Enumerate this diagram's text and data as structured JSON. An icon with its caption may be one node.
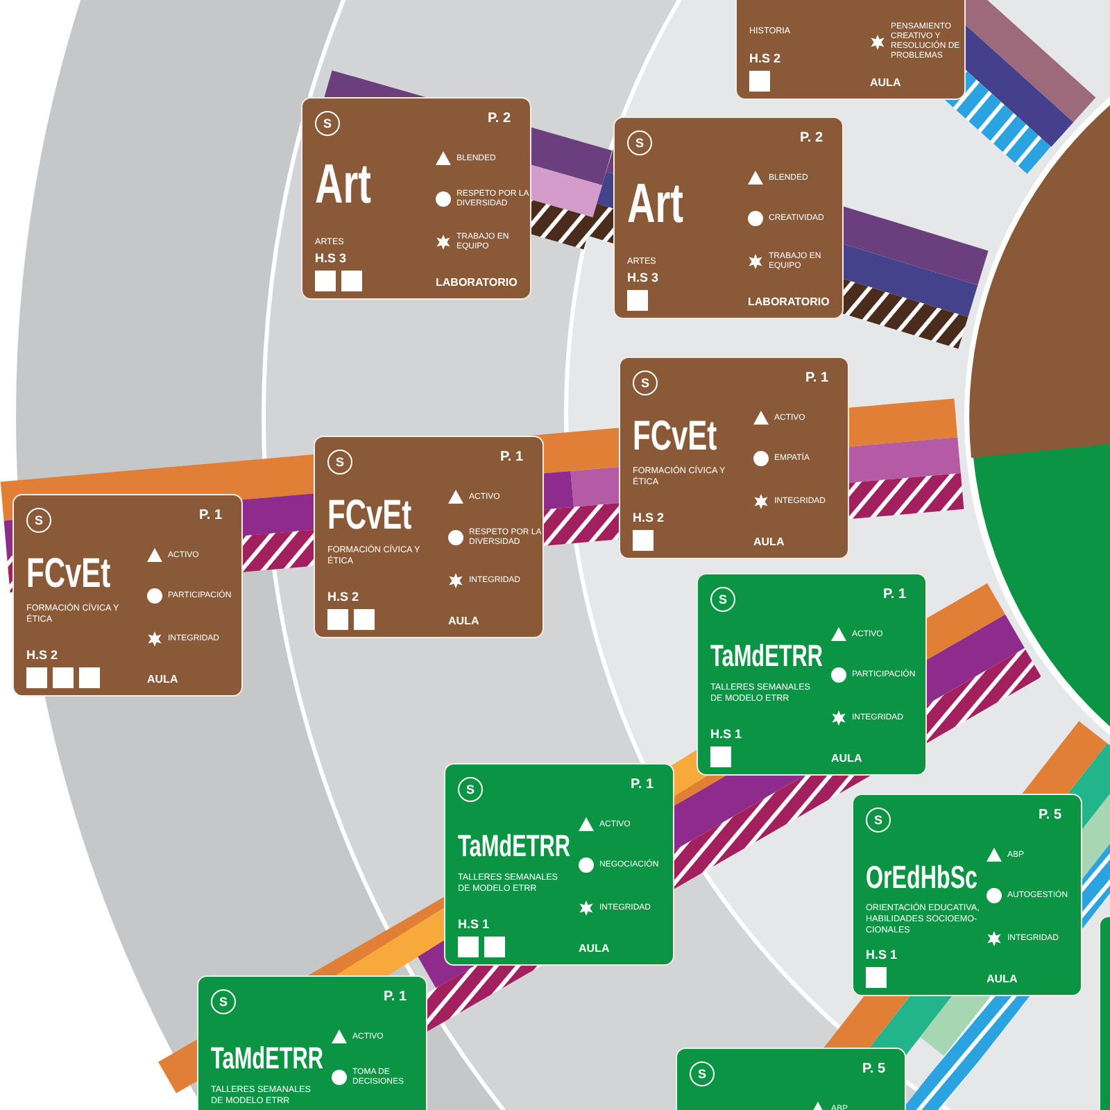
{
  "diagram": {
    "nodes": [
      {
        "text": [
          "HISTORIA",
          "H.S 2",
          "PENSAMIENTO CREATIVO Y RESOLUCIÓN DE PROBLEMAS",
          "AULA"
        ]
      },
      {
        "text": [
          "S",
          "P. 2",
          "Art",
          "ARTES",
          "BLENDED",
          "RESPETO POR LA DIVERSIDAD",
          "TRABAJO EN EQUIPO",
          "H.S 3",
          "LABORATORIO"
        ]
      },
      {
        "text": [
          "S",
          "P. 2",
          "Art",
          "ARTES",
          "BLENDED",
          "CREATIVIDAD",
          "TRABAJO EN EQUIPO",
          "H.S 3",
          "LABORATORIO"
        ]
      },
      {
        "text": [
          "S",
          "P. 1",
          "FCvEt",
          "FORMACIÓN CÍVICA Y ÉTICA",
          "ACTIVO",
          "EMPATÍA",
          "INTEGRIDAD",
          "H.S 2",
          "AULA"
        ]
      },
      {
        "text": [
          "S",
          "P. 1",
          "FCvEt",
          "FORMACIÓN CÍVICA Y ÉTICA",
          "ACTIVO",
          "RESPETO POR LA DIVERSIDAD",
          "INTEGRIDAD",
          "H.S 2",
          "AULA"
        ]
      },
      {
        "text": [
          "S",
          "P. 1",
          "FCvEt",
          "FORMACIÓN CÍVICA Y ÉTICA",
          "ACTIVO",
          "PARTICIPACIÓN",
          "INTEGRIDAD",
          "H.S 2",
          "AULA"
        ]
      },
      {
        "text": [
          "S",
          "P. 1",
          "TaMdETRR",
          "TALLERES SEMANALES DE MODELO ETRR",
          "ACTIVO",
          "PARTICIPACIÓN",
          "INTEGRIDAD",
          "H.S 1",
          "AULA"
        ]
      },
      {
        "text": [
          "S",
          "P. 1",
          "TaMdETRR",
          "TALLERES SEMANALES DE MODELO ETRR",
          "ACTIVO",
          "NEGOCIACIÓN",
          "INTEGRIDAD",
          "H.S 1",
          "AULA"
        ]
      },
      {
        "text": [
          "S",
          "P. 5",
          "OrEdHbSc",
          "ORIENTACIÓN EDUCATIVA, HABILIDADES SOCIOEMO- CIONALES",
          "ABP",
          "AUTOGESTIÓN",
          "INTEGRIDAD",
          "H.S 1",
          "AULA"
        ]
      },
      {
        "text": [
          "S",
          "P. 1",
          "TaMdETRR",
          "TALLERES SEMANALES DE MODELO ETRR",
          "ACTIVO",
          "TOMA DE DECISIONES"
        ]
      },
      {
        "text": [
          "S",
          "P. 5",
          "ABP"
        ]
      },
      {
        "text": [],
        "shape": "box"
      }
    ]
  }
}
